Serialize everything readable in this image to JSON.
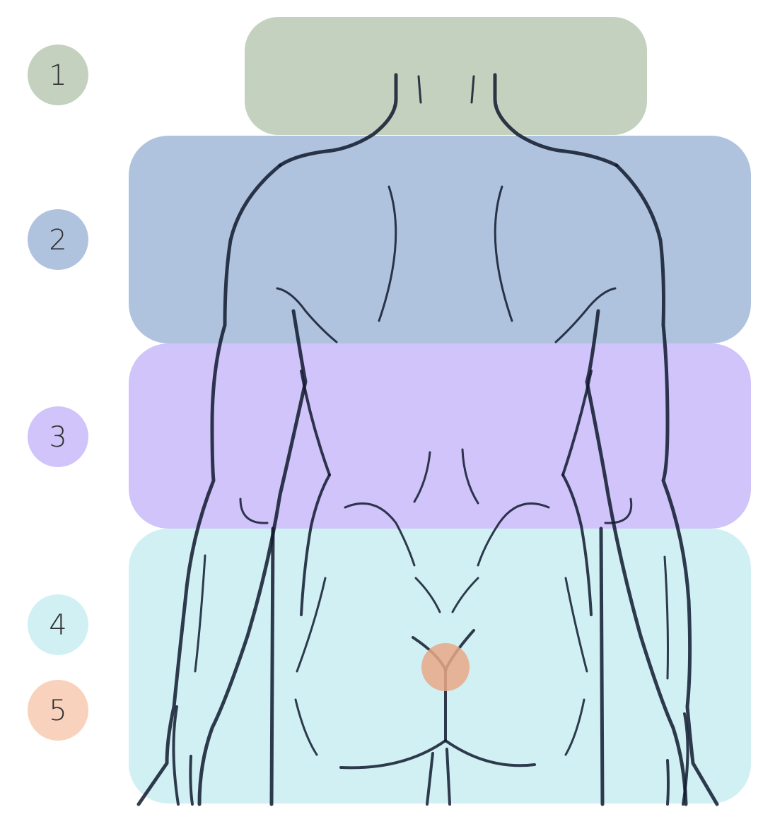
{
  "zones": [
    {
      "number": "1",
      "color": "#c3d1be"
    },
    {
      "number": "2",
      "color": "#b0c3de"
    },
    {
      "number": "3",
      "color": "#d0c4fb"
    },
    {
      "number": "4",
      "color": "#d1f0f4"
    },
    {
      "number": "5",
      "color": "#f8d2bd"
    }
  ],
  "outline_color": "#111a2e",
  "tailbone_dot_color": "#e9a886"
}
